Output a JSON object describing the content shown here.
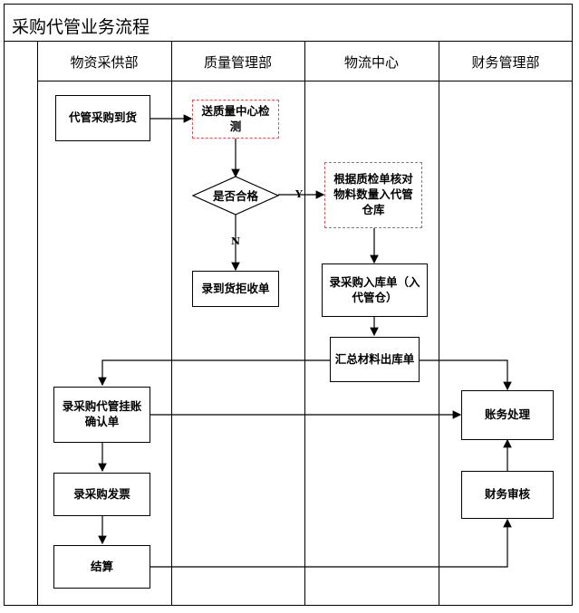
{
  "title": "采购代管业务流程",
  "lanes": [
    "物资采供部",
    "质量管理部",
    "物流中心",
    "财务管理部"
  ],
  "nodes": {
    "arrival": "代管采购到货",
    "inspection": "送质量中心检测",
    "qualified": "是否合格",
    "reject": "录到货拒收单",
    "warehouse_in": "根据质检单核对物料数量入代管仓库",
    "purchase_in": "录采购入库单（入代管仓）",
    "summary_out": "汇总材料出库单",
    "account_confirm": "录采购代管挂账确认单",
    "invoice": "录采购发票",
    "settle": "结算",
    "account_process": "账务处理",
    "finance_review": "财务审核"
  },
  "edge_labels": {
    "yes": "Y",
    "no": "N"
  },
  "colors": {
    "dashed_border": "#e05555",
    "line": "#000000"
  }
}
